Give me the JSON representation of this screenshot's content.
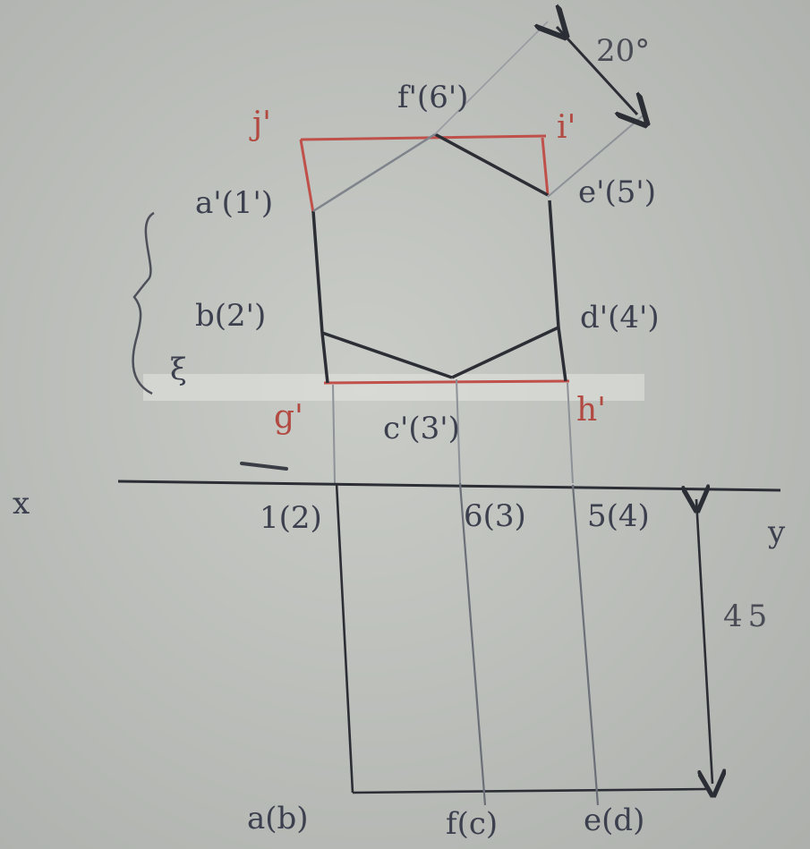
{
  "sheet": {
    "paper_color": "#c0c3be",
    "ink_color": "#2c2e35",
    "red_ink": "#c0504a",
    "faint_ink": "#8d9198"
  },
  "labels": {
    "f_top": "f'(6')",
    "i_prime": "i'",
    "j_prime": "j'",
    "a_prime": "a'(1')",
    "e_prime": "e'(5')",
    "b_prime": "b(2')",
    "d_prime": "d'(4')",
    "c_prime": "c'(3')",
    "g_prime": "g'",
    "h_prime": "h'",
    "x_axis": "x",
    "y_axis": "y",
    "pt_1": "1(2)",
    "pt_6": "6(3)",
    "pt_5": "5(4)",
    "pt_a": "a(b)",
    "pt_f": "f(c)",
    "pt_e": "e(d)",
    "brace_mark": "ξ"
  },
  "dimensions": {
    "angle": "20°",
    "distance": "45"
  }
}
